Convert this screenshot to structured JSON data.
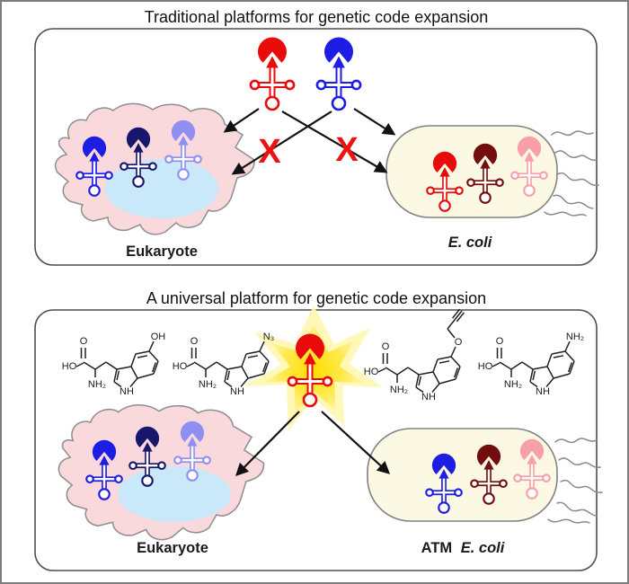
{
  "palette": {
    "red": "#E90A0A",
    "blue": "#1D1DE3",
    "navy": "#17176E",
    "periwinkle": "#8F8FF2",
    "maroon": "#720E0E",
    "pink": "#F89FA8",
    "cell_fill": "#F9D9DC",
    "nucleus": "#C9E8F9",
    "ecoli_fill": "#FBF9E4",
    "x_color": "#EC1212",
    "star_outer": "#FFF7B0",
    "star_inner": "#FFE31E"
  },
  "top_panel": {
    "title": "Traditional platforms for genetic code expansion",
    "cross_mark": "X",
    "free_pairs": [
      "red",
      "blue"
    ],
    "eukaryote": {
      "label": "Eukaryote",
      "pairs": [
        "blue",
        "navy",
        "periwinkle"
      ]
    },
    "ecoli": {
      "label": "E. coli",
      "pairs": [
        "red",
        "maroon",
        "pink"
      ]
    }
  },
  "bottom_panel": {
    "title": "A universal platform for genetic code expansion",
    "central_pair": "red",
    "eukaryote": {
      "label": "Eukaryote",
      "pairs": [
        "blue",
        "navy",
        "periwinkle"
      ]
    },
    "ecoli": {
      "label_prefix": "ATM",
      "label_species": "E. coli",
      "pairs": [
        "blue",
        "maroon",
        "pink"
      ]
    },
    "molecules": [
      {
        "sub": "OH",
        "o": "O",
        "ho": "HO",
        "nh2": "NH₂",
        "nh": "NH"
      },
      {
        "sub": "N₃",
        "o": "O",
        "ho": "HO",
        "nh2": "NH₂",
        "nh": "NH"
      },
      {
        "sub": "O",
        "o": "O",
        "ho": "HO",
        "nh2": "NH₂",
        "nh": "NH"
      },
      {
        "sub": "NH₂",
        "o": "O",
        "ho": "HO",
        "nh2": "NH₂",
        "nh": "NH"
      }
    ]
  }
}
